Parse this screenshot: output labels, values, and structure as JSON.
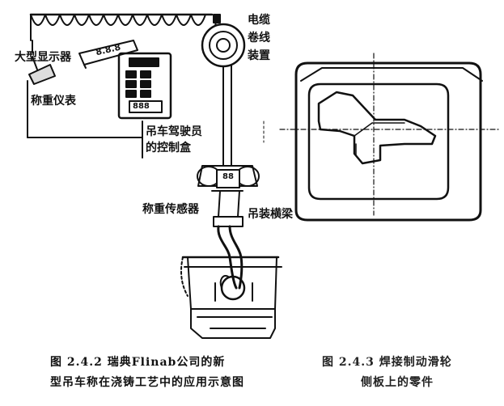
{
  "figure_left": {
    "labels": {
      "cable_reel": "电缆卷线装置",
      "large_display": "大型显示器",
      "display_digits": "8.8.8",
      "weighing_meter": "称重仪表",
      "driver_control_line1": "吊车驾驶员",
      "driver_control_line2": "的控制盒",
      "control_box_display": "888",
      "sensor_display": "88",
      "load_sensor": "称重传感器",
      "lifting_beam": "吊装横梁"
    },
    "caption_line1": "图 2.4.2  瑞典Flinab公司的新",
    "caption_line2": "型吊车称在浇铸工艺中的应用示意图"
  },
  "figure_right": {
    "caption_line1": "图 2.4.3  焊接制动滑轮",
    "caption_line2": "侧板上的零件"
  }
}
